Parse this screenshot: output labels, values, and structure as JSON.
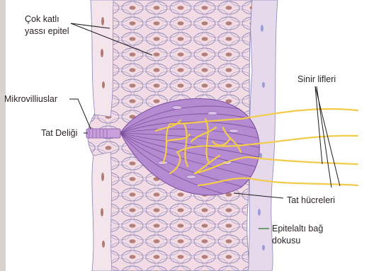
{
  "labels": {
    "epithelium_line1": "Çok katlı",
    "epithelium_line2": "yassı epitel",
    "microvilli": "Mikrovilliuslar",
    "taste_pore": "Tat Deliği",
    "nerve_fibers": "Sinir lifleri",
    "taste_cells": "Tat hücreleri",
    "connective_line1": "Epitelaltı bağ",
    "connective_line2": "dokusu"
  },
  "colors": {
    "background": "#ffffff",
    "page_edge": "#d7d2cf",
    "tissue": "#f2dbe5",
    "tissue_lines": "#8a86b8",
    "nuclei": "#b07a72",
    "taste_bud": "#b48ad0",
    "taste_bud_lines": "#7a4f9c",
    "nerve": "#f2cc4a",
    "connective": "#e7d9ec",
    "leader": "#1e1b1b",
    "leader_green": "#2e7d32"
  }
}
